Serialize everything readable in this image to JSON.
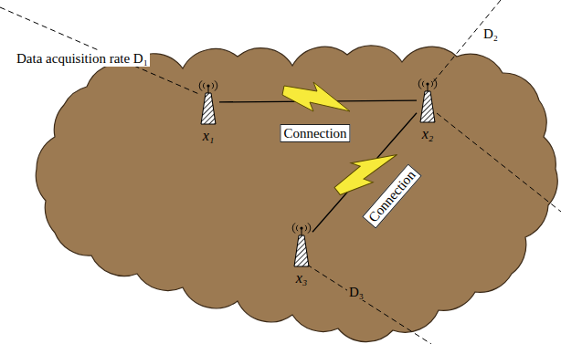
{
  "diagram": {
    "nodes": [
      {
        "text": [
          "x₁"
        ]
      },
      {
        "text": [
          "x₂"
        ]
      },
      {
        "text": [
          "x₃"
        ]
      }
    ],
    "edges": [
      {
        "from": 0,
        "to": 1,
        "arrow": "none",
        "label": "Connection"
      },
      {
        "from": 1,
        "to": 2,
        "arrow": "none",
        "label": "Connection"
      }
    ],
    "labels": [
      "Data acquisition rate D₁",
      "D₂",
      "D₃"
    ]
  }
}
